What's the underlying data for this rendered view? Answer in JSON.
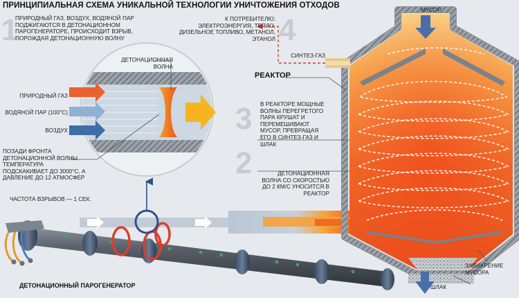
{
  "title": "ПРИНЦИПИАЛЬНАЯ СХЕМА УНИКАЛЬНОЙ ТЕХНОЛОГИИ УНИЧТОЖЕНИЯ ОТХОДОВ",
  "steps": [
    {
      "number": "1",
      "text": "ПРИРОДНЫЙ ГАЗ, ВОЗДУХ, ВОДЯНОЙ ПАР ПОДЖИГАЮТСЯ В ДЕТОНАЦИОННОМ ПАРОГЕНЕРАТОРЕ, ПРОИСХОДИТ ВЗРЫВ, ПОРОЖДАЯ ДЕТОНАЦИОННУЮ ВОЛНУ"
    },
    {
      "number": "2",
      "text": "ДЕТОНАЦИОННАЯ ВОЛНА СО СКОРОСТЬЮ ДО 2 КМ/С УНОСИТСЯ В РЕАКТОР"
    },
    {
      "number": "3",
      "text": "В РЕАКТОРЕ МОЩНЫЕ ВОЛНЫ ПЕРЕГРЕТОГО ПАРА КРУШАТ И ПЕРЕМЕШИВАЮТ МУСОР, ПРЕВРАЩАЯ ЕГО В СИНТЕЗ-ГАЗ И ШЛАК"
    },
    {
      "number": "4",
      "text": "К ПОТРЕБИТЕЛЮ: ЭЛЕКТРОЭНЕРГИЯ, ТЕПЛО, ДИЗЕЛЬНОЕ ТОПЛИВО, МЕТАНОЛ, ЭТАНОЛ"
    }
  ],
  "inlet_labels": {
    "gas": "ПРИРОДНЫЙ ГАЗ",
    "steam": "ВОДЯНОЙ ПАР (100°C)",
    "air": "ВОЗДУХ"
  },
  "wave_label": "ДЕТОНАЦИОННАЯ ВОЛНА",
  "front_note": "ПОЗАДИ ФРОНТА ДЕТОНАЦИОННОЙ ВОЛНЫ ТЕМПЕРАТУРА ПОДСКАКИВАЕТ ДО 3000°C, А ДАВЛЕНИЕ ДО 12 АТМОСФЕР",
  "frequency_note": "ЧАСТОТА ВЗРЫВОВ — 1 СЕК.",
  "generator_label": "ДЕТОНАЦИОННЫЙ ПАРОГЕНЕРАТОР",
  "reactor_label": "РЕАКТОР",
  "waste_label": "МУСОР",
  "syngas_label": "СИНТЕЗ-ГАЗ",
  "slag_label": "ШЛАК",
  "vortex_label": "ЗАВИХРЕНИЕ МУСОРА",
  "colors": {
    "gas_arrow": "#e8612f",
    "steam_arrow": "#7fa7cf",
    "air_arrow": "#3d6ea6",
    "wave_yellow": "#f6b51e",
    "reactor_orange": "#f05a1e",
    "pipe_dark": "#4a5058",
    "number_gray": "#c8ccd2",
    "dashed_red": "#d63a2a"
  }
}
